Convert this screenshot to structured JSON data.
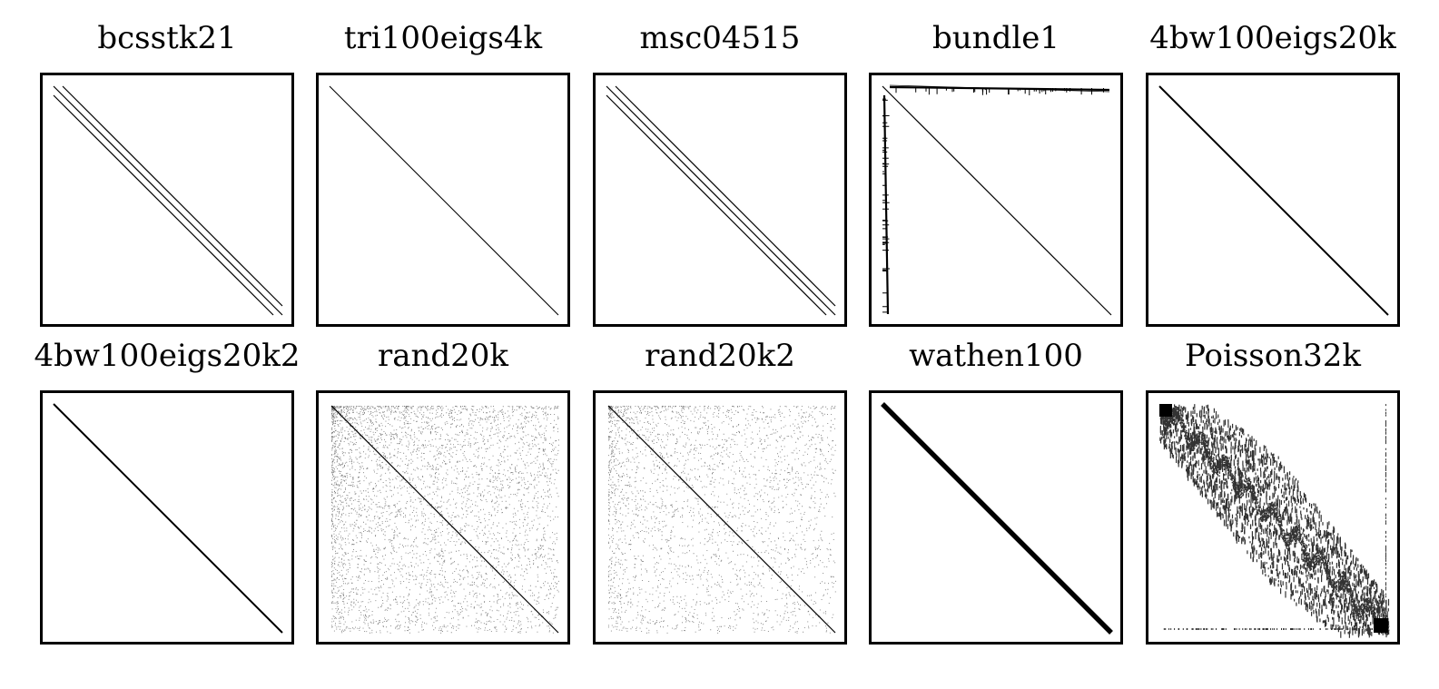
{
  "figure": {
    "rows": 2,
    "cols": 5
  },
  "chart_data": [
    {
      "type": "heatmap",
      "title": "bcsstk21",
      "pattern": "multi-diagonal",
      "diagonals": 3,
      "grid": false
    },
    {
      "type": "heatmap",
      "title": "tri100eigs4k",
      "pattern": "diagonal",
      "diagonals": 1,
      "grid": false
    },
    {
      "type": "heatmap",
      "title": "msc04515",
      "pattern": "multi-diagonal",
      "diagonals": 3,
      "grid": false
    },
    {
      "type": "heatmap",
      "title": "bundle1",
      "pattern": "arrowhead",
      "diagonals": 1,
      "grid": false
    },
    {
      "type": "heatmap",
      "title": "4bw100eigs20k",
      "pattern": "banded",
      "bandwidth": 4,
      "grid": false
    },
    {
      "type": "heatmap",
      "title": "4bw100eigs20k2",
      "pattern": "banded",
      "bandwidth": 4,
      "grid": false
    },
    {
      "type": "heatmap",
      "title": "rand20k",
      "pattern": "random-dense-top-left",
      "diagonals": 1,
      "grid": false
    },
    {
      "type": "heatmap",
      "title": "rand20k2",
      "pattern": "random-dense-top-left",
      "diagonals": 1,
      "grid": false
    },
    {
      "type": "heatmap",
      "title": "wathen100",
      "pattern": "thick-diagonal",
      "diagonals": 1,
      "grid": false
    },
    {
      "type": "heatmap",
      "title": "Poisson32k",
      "pattern": "block-banded",
      "grid": false
    }
  ]
}
